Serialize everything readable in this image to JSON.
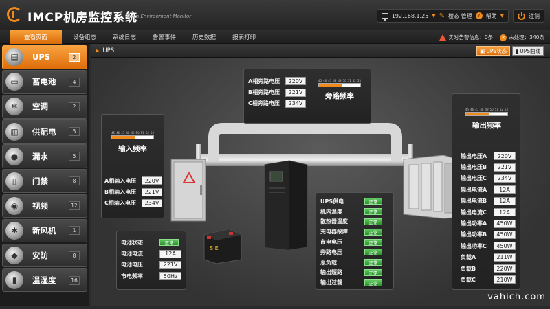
{
  "header": {
    "title": "IMCP机房监控系统",
    "subtitle": "Room Environment Monitor",
    "ip": "192.168.1.25",
    "admin": "楼态 管理",
    "help": "帮助",
    "logout": "注销",
    "accent": "#f08a1c"
  },
  "nav": {
    "tabs": [
      "查看页面",
      "设备组态",
      "系统日志",
      "告警事件",
      "历史数据",
      "报表打印"
    ],
    "realtime_alarm": "实时告警信息：0条",
    "unhandled": "未处理：340条"
  },
  "sidebar": {
    "items": [
      {
        "label": "UPS",
        "count": "2",
        "icon": "ups-icon"
      },
      {
        "label": "蓄电池",
        "count": "4",
        "icon": "battery-icon"
      },
      {
        "label": "空调",
        "count": "2",
        "icon": "air-conditioner-icon"
      },
      {
        "label": "供配电",
        "count": "5",
        "icon": "power-distribution-icon"
      },
      {
        "label": "漏水",
        "count": "5",
        "icon": "water-leak-icon"
      },
      {
        "label": "门禁",
        "count": "8",
        "icon": "door-access-icon"
      },
      {
        "label": "视频",
        "count": "12",
        "icon": "camera-icon"
      },
      {
        "label": "新风机",
        "count": "1",
        "icon": "fan-icon"
      },
      {
        "label": "安防",
        "count": "8",
        "icon": "alarm-siren-icon"
      },
      {
        "label": "温湿度",
        "count": "16",
        "icon": "thermometer-icon"
      }
    ]
  },
  "main": {
    "breadcrumb": "UPS",
    "btn_status": "UPS状态",
    "btn_curve": "UPS曲线",
    "scale_labels": [
      "45",
      "46",
      "47",
      "48",
      "49",
      "50",
      "51",
      "52",
      "53"
    ],
    "bypass": {
      "title": "旁路频率",
      "fill": 0.55,
      "rows": [
        {
          "label": "A相旁路电压",
          "value": "220V"
        },
        {
          "label": "B相旁路电压",
          "value": "221V"
        },
        {
          "label": "C相旁路电压",
          "value": "234V"
        }
      ]
    },
    "input": {
      "title": "输入频率",
      "fill": 0.55,
      "rows": [
        {
          "label": "A相输入电压",
          "value": "220V"
        },
        {
          "label": "B相输入电压",
          "value": "221V"
        },
        {
          "label": "C相输入电压",
          "value": "234V"
        }
      ]
    },
    "output": {
      "title": "输出频率",
      "fill": 0.55,
      "rows": [
        {
          "label": "输出电压A",
          "value": "220V"
        },
        {
          "label": "输出电压B",
          "value": "221V"
        },
        {
          "label": "输出电压C",
          "value": "234V"
        },
        {
          "label": "输出电流A",
          "value": "12A"
        },
        {
          "label": "输出电流B",
          "value": "12A"
        },
        {
          "label": "输出电流C",
          "value": "12A"
        },
        {
          "label": "输出功率A",
          "value": "450W"
        },
        {
          "label": "输出功率B",
          "value": "450W"
        },
        {
          "label": "输出功率C",
          "value": "450W"
        },
        {
          "label": "负载A",
          "value": "211W"
        },
        {
          "label": "负载B",
          "value": "220W"
        },
        {
          "label": "负载C",
          "value": "210W"
        }
      ]
    },
    "battery": {
      "rows": [
        {
          "label": "电池状态",
          "value": "正常",
          "type": "ok"
        },
        {
          "label": "电池电流",
          "value": "12A"
        },
        {
          "label": "电池电压",
          "value": "221V"
        },
        {
          "label": "市电频率",
          "value": "50Hz"
        }
      ],
      "device_label": "S.E"
    },
    "ups_status": {
      "rows": [
        {
          "label": "UPS供电",
          "value": "正常"
        },
        {
          "label": "机内温度",
          "value": "正常"
        },
        {
          "label": "散热器温度",
          "value": "正常"
        },
        {
          "label": "充电器故障",
          "value": "正常"
        },
        {
          "label": "市电电压",
          "value": "正常"
        },
        {
          "label": "旁路电压",
          "value": "正常"
        },
        {
          "label": "总负载",
          "value": "正常"
        },
        {
          "label": "输出短路",
          "value": "正常"
        },
        {
          "label": "输出过载",
          "value": "正常"
        }
      ]
    }
  },
  "watermark": "vahich.com"
}
